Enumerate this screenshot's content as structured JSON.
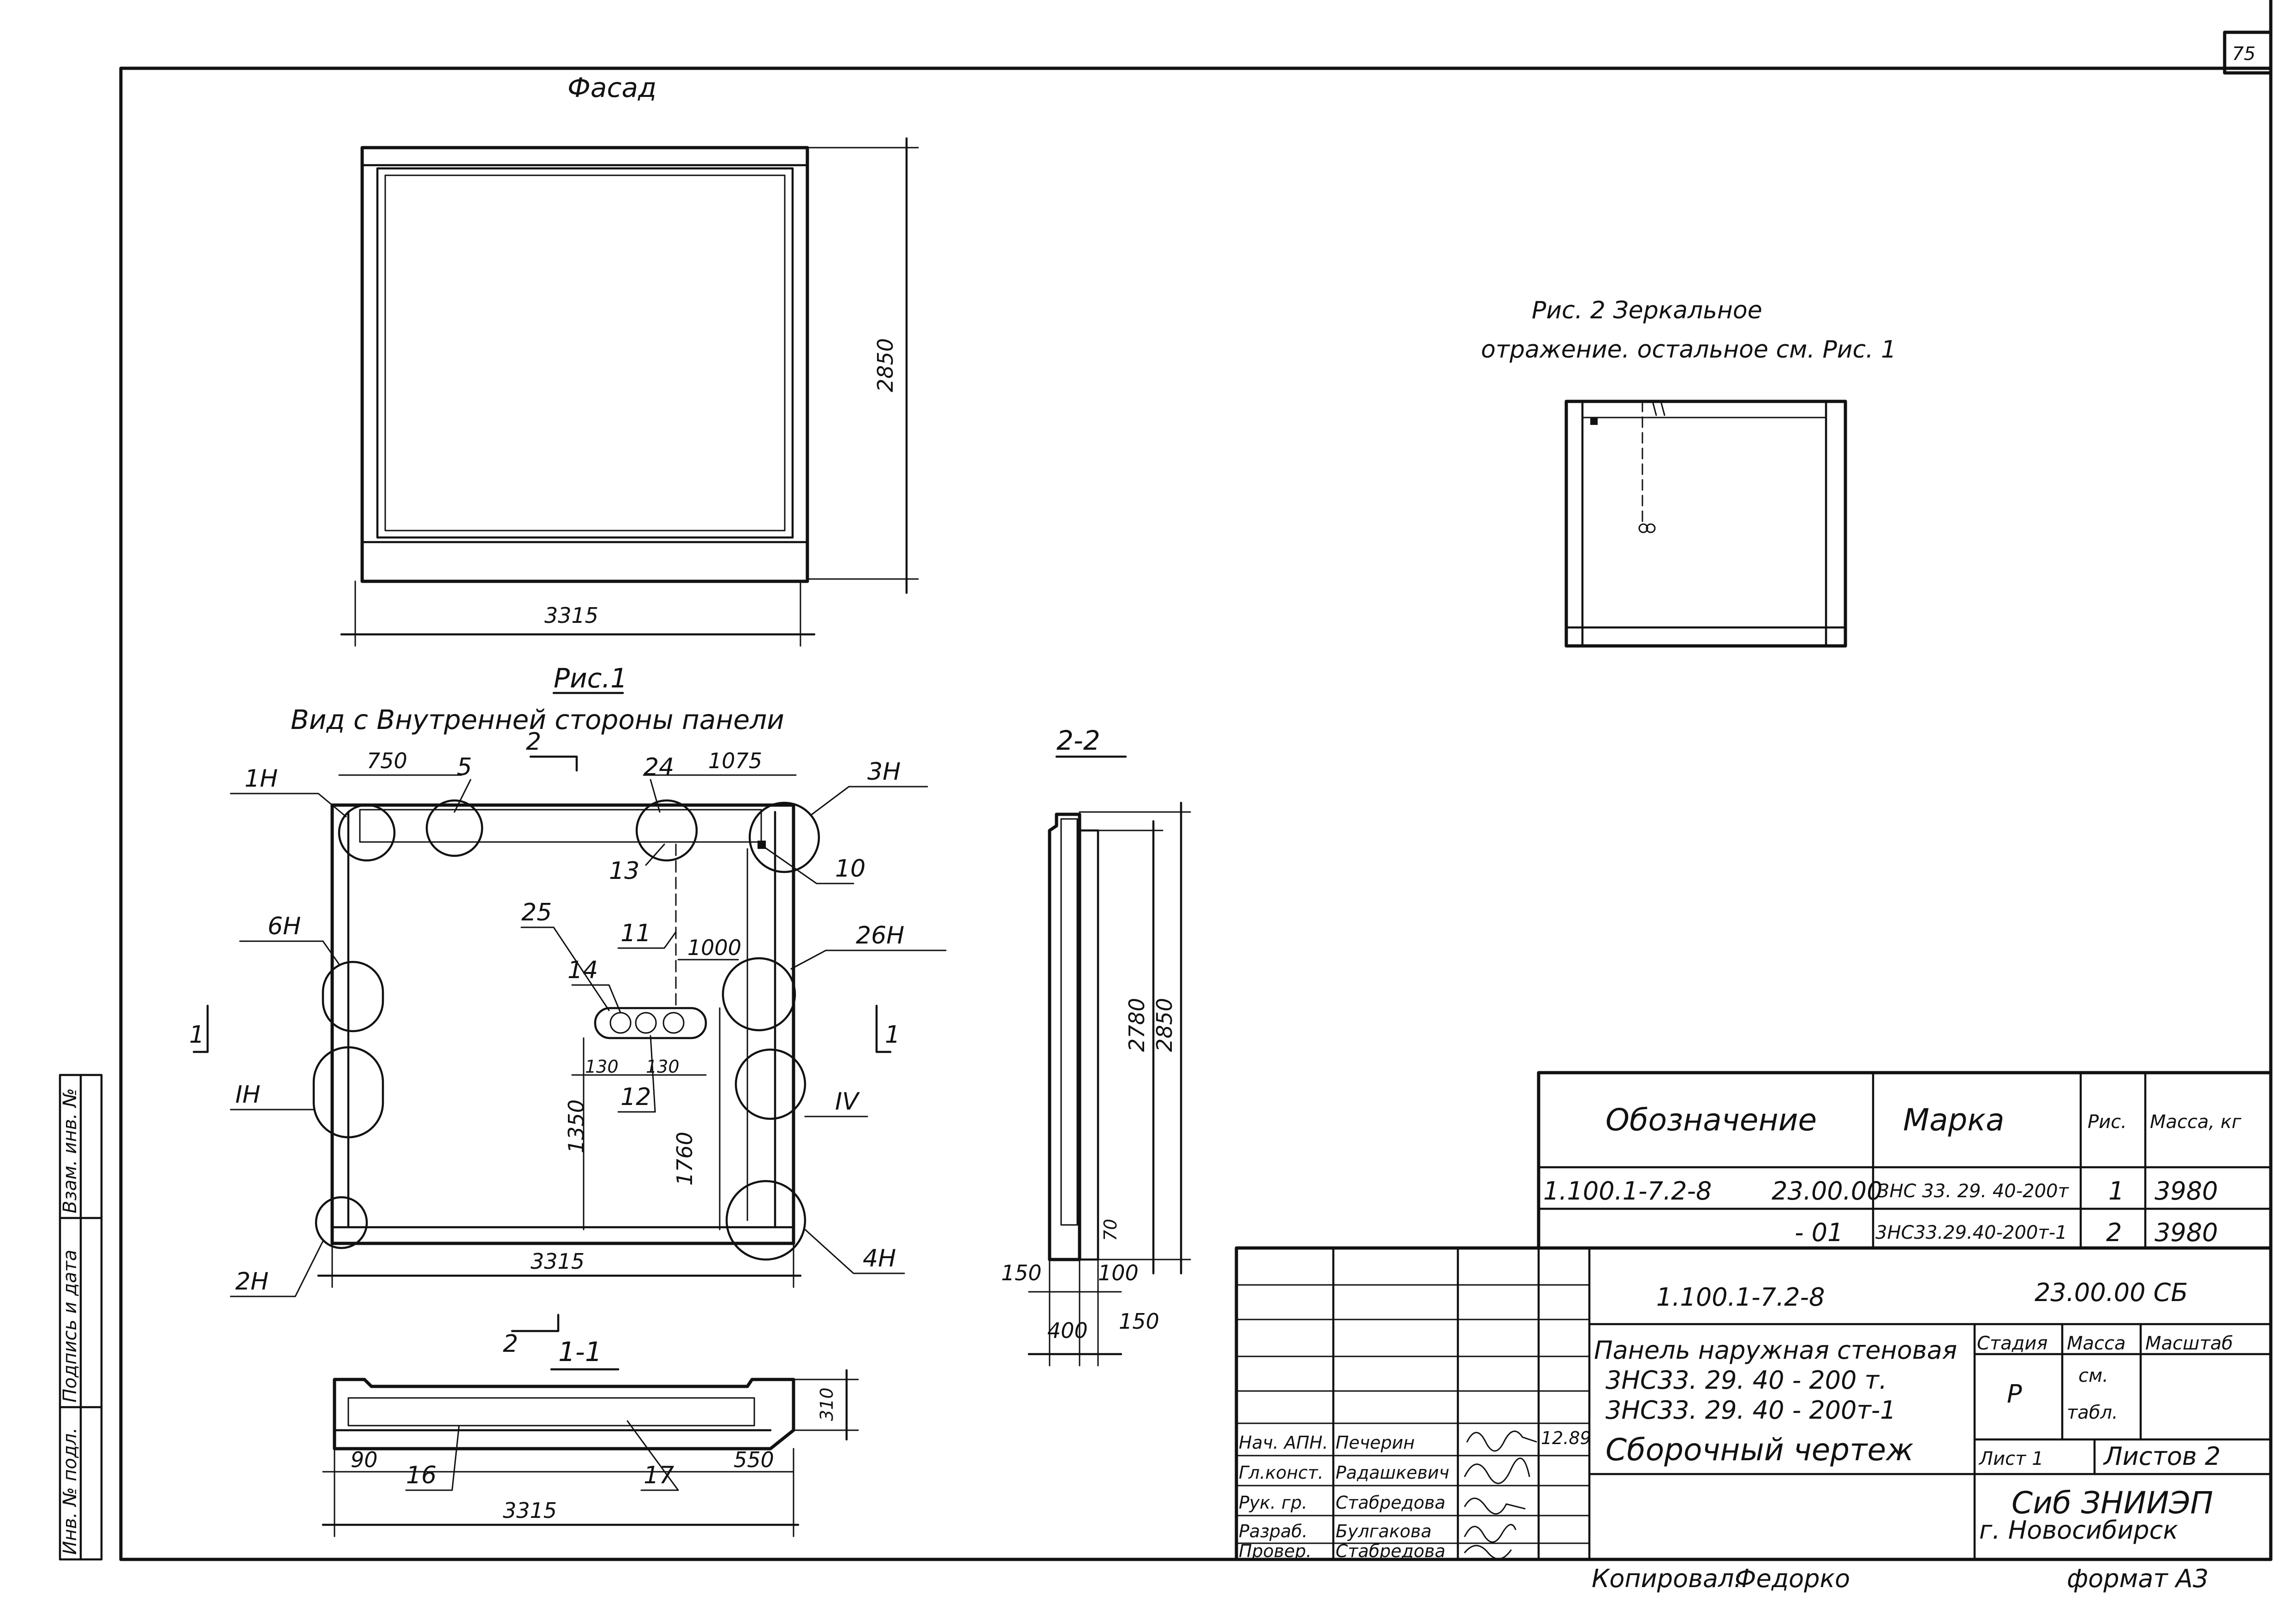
{
  "sheet": {
    "page_number": "75",
    "format_label": "формат А3",
    "copied_label": "Копировал:",
    "copied_signature": "Федорко"
  },
  "facade": {
    "title": "Фасад",
    "width_dim": "3315",
    "height_dim": "2850"
  },
  "fig2": {
    "caption_line1": "Рис. 2   Зеркальное",
    "caption_line2": "отражение. остальное  см. Рис. 1"
  },
  "fig1": {
    "caption": "Рис.1",
    "subtitle": "Вид  с Внутренней  стороны панели",
    "dims": {
      "d750": "750",
      "d1075": "1075",
      "d1000": "1000",
      "d130a": "130",
      "d130b": "130",
      "d1350": "1350",
      "d1760": "1760",
      "d3315": "3315"
    },
    "callouts": {
      "c1H": "1Н",
      "c5": "5",
      "c24": "24",
      "c3H": "3Н",
      "c13": "13",
      "c10": "10",
      "c25": "25",
      "c11": "11",
      "c6H": "6Н",
      "c26H": "26Н",
      "c14": "14",
      "c12": "12",
      "cIH": "IН",
      "cIV": "IV",
      "c2H": "2Н",
      "c4H": "4Н"
    },
    "section_marks": {
      "top": "2",
      "bottom": "2",
      "left": "1",
      "right": "1"
    }
  },
  "section_1_1": {
    "title": "1-1",
    "dims": {
      "d310": "310",
      "d90": "90",
      "d550": "550",
      "d3315": "3315"
    },
    "callouts": {
      "c16": "16",
      "c17": "17"
    }
  },
  "section_2_2": {
    "title": "2-2",
    "dims": {
      "d2780": "2780",
      "d2850": "2850",
      "d70": "70",
      "d150a": "150",
      "d100": "100",
      "d400": "400",
      "d150b": "150"
    }
  },
  "spec_table": {
    "headers": [
      "Обозначение",
      "Марка",
      "Рис.",
      "Масса, кг"
    ],
    "rows": [
      {
        "designation": "1.100.1-7.2-8",
        "code": "23.00.00",
        "mark": "3НС 33. 29. 40-200т",
        "fig": "1",
        "mass": "3980"
      },
      {
        "designation": "",
        "code": "- 01",
        "mark": "3НС33.29.40-200т-1",
        "fig": "2",
        "mass": "3980"
      }
    ]
  },
  "title_block": {
    "doc_number": "1.100.1-7.2-8",
    "doc_code": "23.00.00 СБ",
    "title_lines": [
      "Панель наружная стеновая",
      "3НС33. 29. 40 - 200 т.",
      "3НС33. 29. 40 - 200т-1",
      "Сборочный   чертеж"
    ],
    "stage_header": "Стадия",
    "mass_header": "Масса",
    "scale_header": "Масштаб",
    "stage_value": "Р",
    "mass_value_line1": "см.",
    "mass_value_line2": "табл.",
    "sheet_label": "Лист 1",
    "sheets_label": "Листов 2",
    "org_line1": "Сиб ЗНИИЭП",
    "org_line2": "г. Новосибирск",
    "date": "12.89",
    "staff": [
      {
        "role": "Нач. АПН.",
        "name": "Печерин"
      },
      {
        "role": "Гл.конст.",
        "name": "Радашкевич"
      },
      {
        "role": "Рук. гр.",
        "name": "Стабредова"
      },
      {
        "role": "Разраб.",
        "name": "Булгакова"
      },
      {
        "role": "Провер.",
        "name": "Стабредова"
      }
    ]
  },
  "side_stamp": {
    "inv_label": "Инв. № подл.",
    "sign_label": "Подпись и дата",
    "swap_label": "Взам. инв. №"
  }
}
